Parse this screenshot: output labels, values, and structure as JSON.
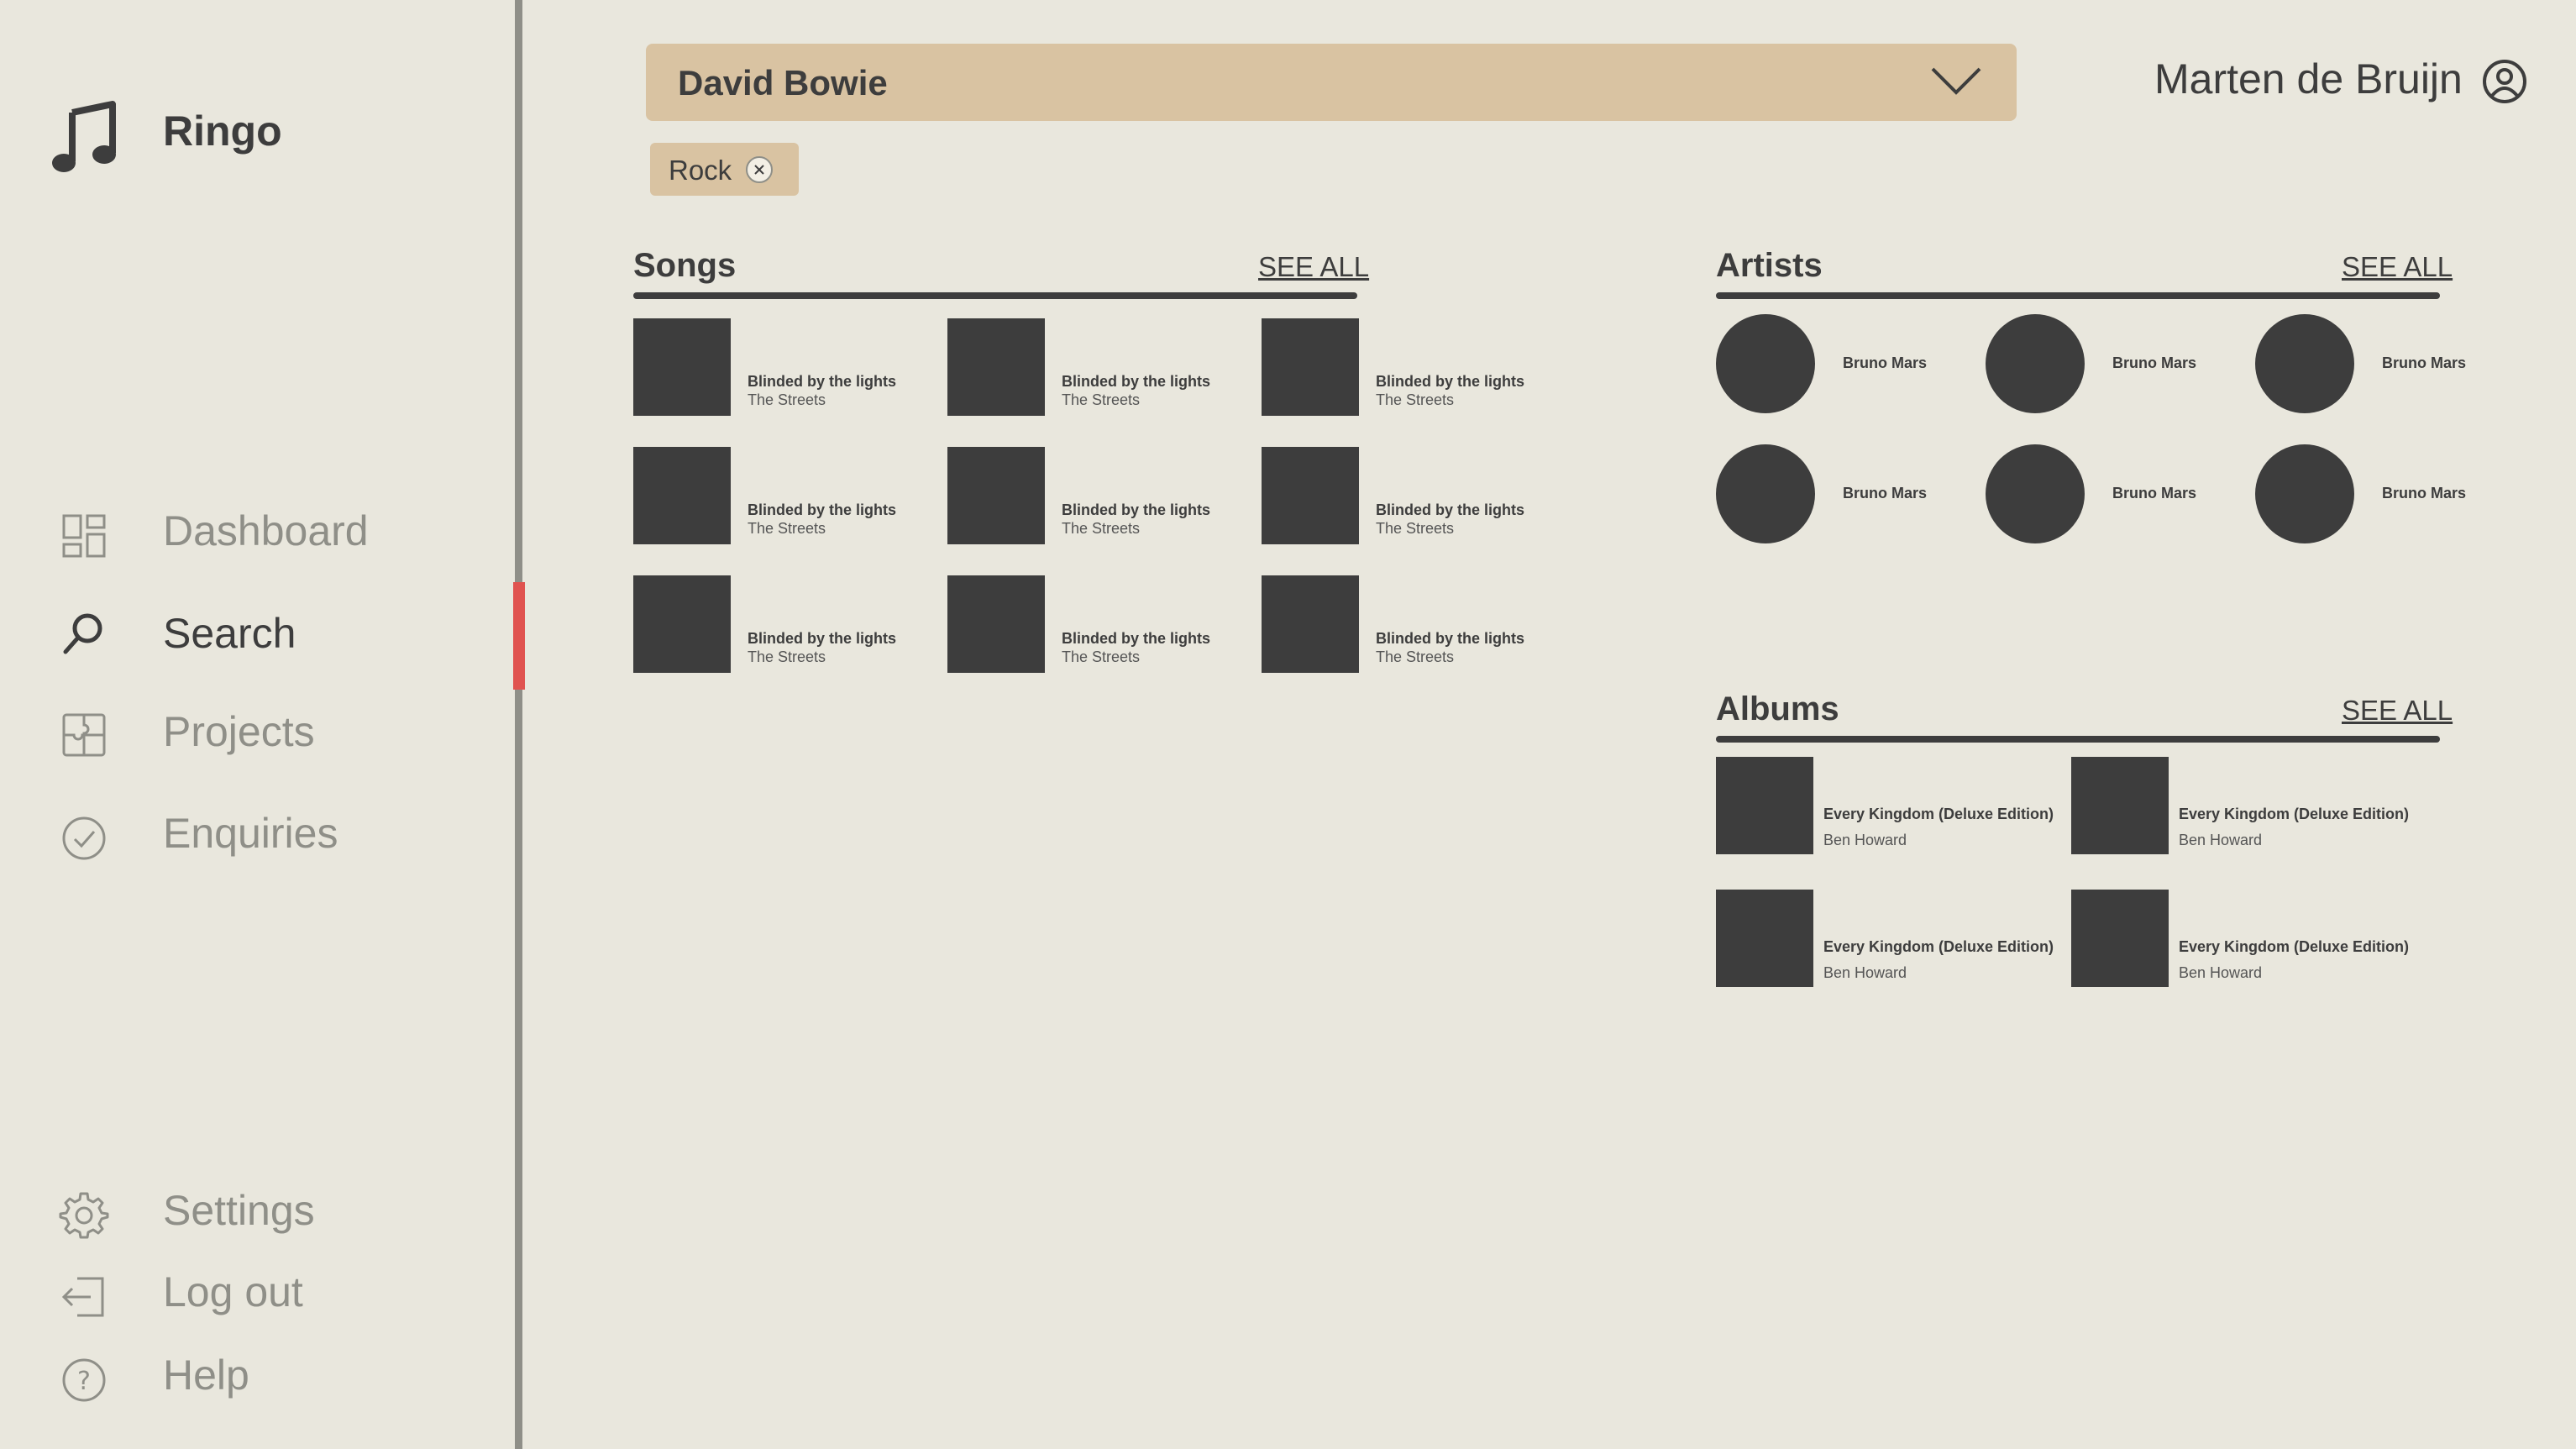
{
  "app": {
    "name": "Ringo"
  },
  "nav": {
    "dashboard": "Dashboard",
    "search": "Search",
    "projects": "Projects",
    "enquiries": "Enquiries",
    "settings": "Settings",
    "logout": "Log out",
    "help": "Help",
    "active": "search"
  },
  "header": {
    "selected": "David Bowie",
    "chips": [
      {
        "label": "Rock"
      }
    ],
    "user_name": "Marten de Bruijn"
  },
  "songs": {
    "title": "Songs",
    "see_all": "SEE ALL",
    "items": [
      {
        "title": "Blinded by the lights",
        "artist": "The Streets"
      },
      {
        "title": "Blinded by the lights",
        "artist": "The Streets"
      },
      {
        "title": "Blinded by the lights",
        "artist": "The Streets"
      },
      {
        "title": "Blinded by the lights",
        "artist": "The Streets"
      },
      {
        "title": "Blinded by the lights",
        "artist": "The Streets"
      },
      {
        "title": "Blinded by the lights",
        "artist": "The Streets"
      },
      {
        "title": "Blinded by the lights",
        "artist": "The Streets"
      },
      {
        "title": "Blinded by the lights",
        "artist": "The Streets"
      },
      {
        "title": "Blinded by the lights",
        "artist": "The Streets"
      }
    ]
  },
  "artists": {
    "title": "Artists",
    "see_all": "SEE ALL",
    "items": [
      {
        "name": "Bruno Mars"
      },
      {
        "name": "Bruno Mars"
      },
      {
        "name": "Bruno Mars"
      },
      {
        "name": "Bruno Mars"
      },
      {
        "name": "Bruno Mars"
      },
      {
        "name": "Bruno Mars"
      }
    ]
  },
  "albums": {
    "title": "Albums",
    "see_all": "SEE ALL",
    "items": [
      {
        "title": "Every Kingdom (Deluxe Edition)",
        "artist": "Ben Howard"
      },
      {
        "title": "Every Kingdom (Deluxe Edition)",
        "artist": "Ben Howard"
      },
      {
        "title": "Every Kingdom (Deluxe Edition)",
        "artist": "Ben Howard"
      },
      {
        "title": "Every Kingdom (Deluxe Edition)",
        "artist": "Ben Howard"
      }
    ]
  },
  "colors": {
    "background": "#e9e7dd",
    "accent": "#e0534f",
    "select_bg": "#d9c3a2",
    "dark": "#3d3d3d",
    "muted": "#8f8f88"
  },
  "icons": {
    "logo": "music-note-icon",
    "dashboard": "dashboard-grid-icon",
    "search": "search-icon",
    "projects": "puzzle-icon",
    "enquiries": "check-circle-icon",
    "settings": "gear-icon",
    "logout": "logout-icon",
    "help": "help-icon",
    "dropdown": "chevron-down-icon",
    "chip_close": "close-icon",
    "user": "user-avatar-icon"
  }
}
